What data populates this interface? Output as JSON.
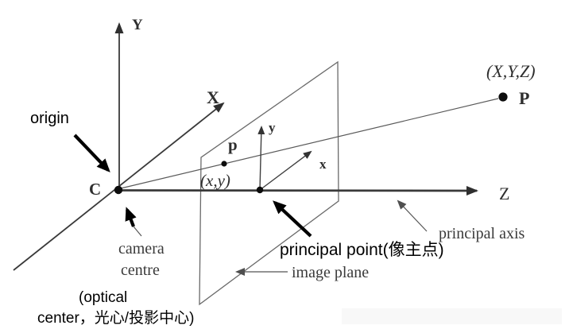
{
  "diagram": {
    "axes": {
      "x": "X",
      "y": "Y",
      "z": "Z"
    },
    "plane_axes": {
      "x": "x",
      "y": "y"
    },
    "points": {
      "camera": "C",
      "image": "p",
      "world": "P",
      "world_coords": "(X,Y,Z)",
      "image_coords": "(x,y)"
    },
    "annotations": {
      "origin": "origin",
      "camera_centre_l1": "camera",
      "camera_centre_l2": "centre",
      "optical_l1": "(optical",
      "optical_l2": "center，光心/投影中心)",
      "principal_point": "principal point(像主点)",
      "image_plane": "image plane",
      "principal_axis": "principal axis"
    },
    "colors": {
      "background": "#ffffff",
      "ink": "#2f2f2f",
      "annotation_ink": "#000000",
      "thin_line": "#5a5a5a",
      "watermark_box": "#f8f8f8"
    }
  }
}
